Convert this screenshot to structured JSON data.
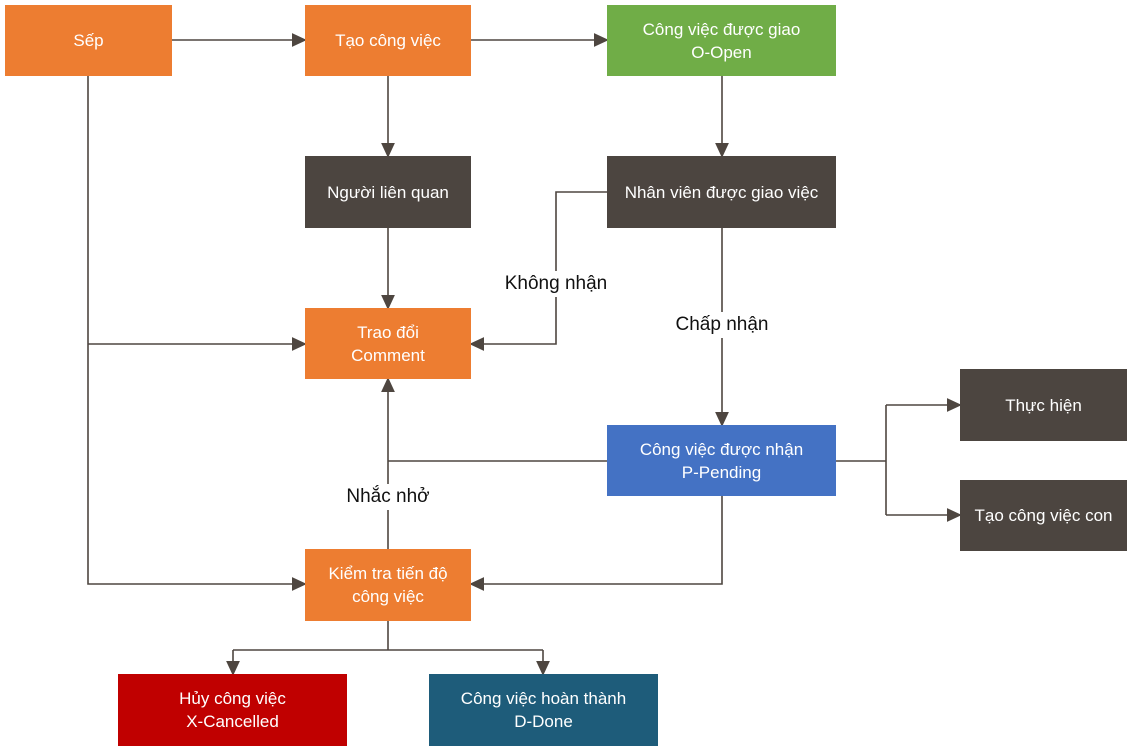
{
  "colors": {
    "orange": "#ED7D31",
    "green": "#70AD47",
    "dark": "#4C4540",
    "blue": "#4472C4",
    "red": "#C00000",
    "teal": "#1E5C7A",
    "line": "#4E4640"
  },
  "nodes": {
    "sep": {
      "line1": "Sếp"
    },
    "tao_cong_viec": {
      "line1": "Tạo công việc"
    },
    "duoc_giao": {
      "line1": "Công việc được giao",
      "line2": "O-Open"
    },
    "nguoi_lien_quan": {
      "line1": "Người liên quan"
    },
    "nhan_vien": {
      "line1": "Nhân viên được giao việc"
    },
    "trao_doi": {
      "line1": "Trao đổi",
      "line2": "Comment"
    },
    "duoc_nhan": {
      "line1": "Công việc được nhận",
      "line2": "P-Pending"
    },
    "thuc_hien": {
      "line1": "Thực hiện"
    },
    "viec_con": {
      "line1": "Tạo công việc con"
    },
    "kiem_tra": {
      "line1": "Kiểm tra tiến độ",
      "line2": "công việc"
    },
    "huy": {
      "line1": "Hủy công việc",
      "line2": "X-Cancelled"
    },
    "hoan_thanh": {
      "line1": "Công việc hoàn thành",
      "line2": "D-Done"
    }
  },
  "edge_labels": {
    "khong_nhan": "Không nhận",
    "chap_nhan": "Chấp nhận",
    "nhac_nho": "Nhắc nhở"
  }
}
